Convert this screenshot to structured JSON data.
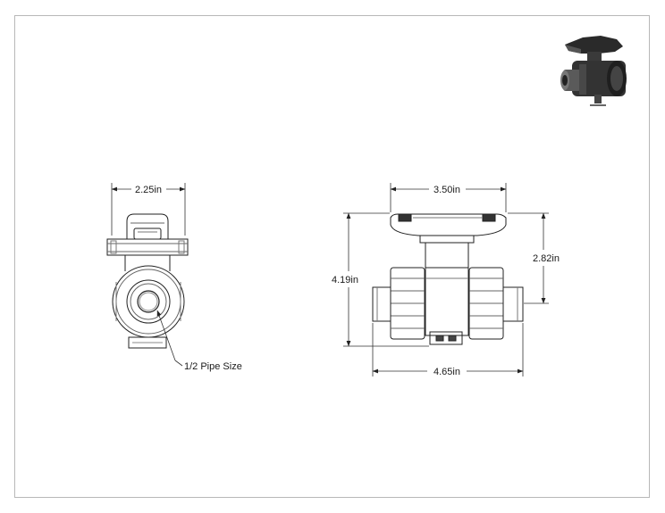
{
  "drawing": {
    "front_view": {
      "width_dim": "2.25in",
      "callout": "1/2 Pipe Size"
    },
    "side_view": {
      "handle_width_dim": "3.50in",
      "overall_height_dim": "4.19in",
      "top_to_center_dim": "2.82in",
      "overall_length_dim": "4.65in"
    },
    "thumbnail_icon": "ball-valve-3d-icon"
  }
}
